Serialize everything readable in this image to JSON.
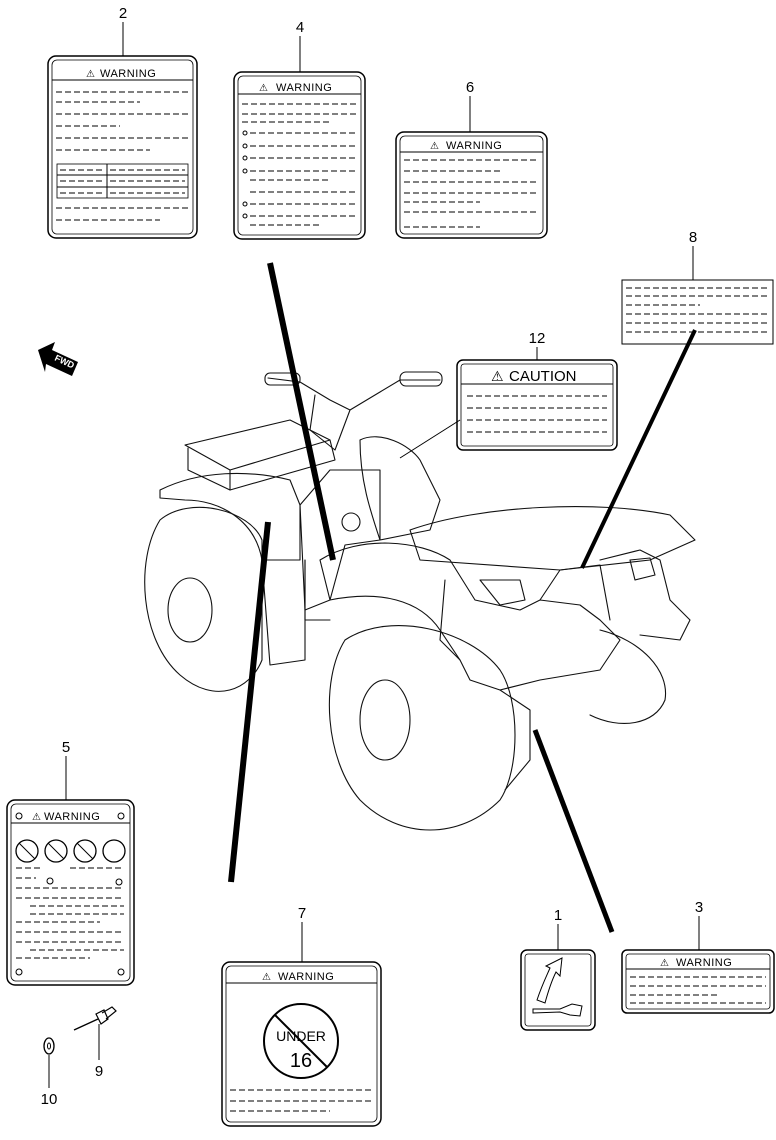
{
  "diagram": {
    "callouts": {
      "c1": "1",
      "c2": "2",
      "c3": "3",
      "c4": "4",
      "c5": "5",
      "c6": "6",
      "c7": "7",
      "c8": "8",
      "c9": "9",
      "c10": "10",
      "c12": "12"
    },
    "labels": {
      "warning": "WARNING",
      "caution": "CAUTION",
      "fwd": "FWD",
      "under": "UNDER",
      "age": "16"
    }
  }
}
